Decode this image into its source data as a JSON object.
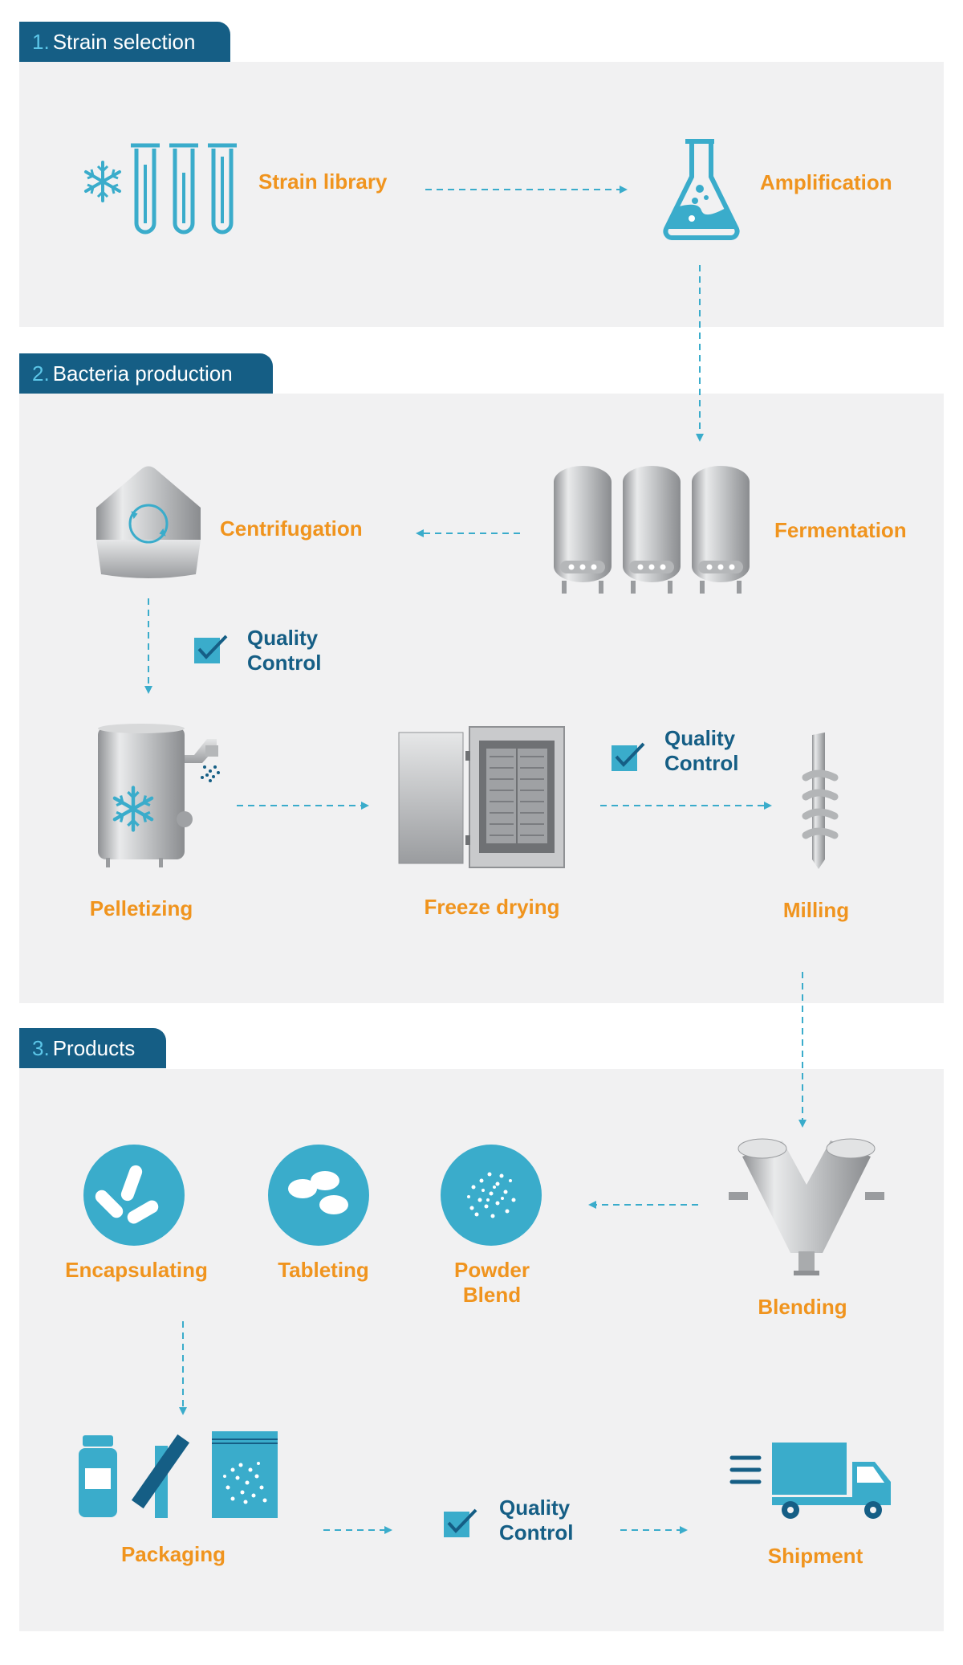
{
  "sections": [
    {
      "number": "1.",
      "title": "Strain selection"
    },
    {
      "number": "2.",
      "title": "Bacteria production"
    },
    {
      "number": "3.",
      "title": "Products"
    }
  ],
  "steps": {
    "strain_library": "Strain library",
    "amplification": "Amplification",
    "fermentation": "Fermentation",
    "centrifugation": "Centrifugation",
    "pelletizing": "Pelletizing",
    "freeze_drying": "Freeze drying",
    "milling": "Milling",
    "blending": "Blending",
    "powder_blend_1": "Powder",
    "powder_blend_2": "Blend",
    "tableting": "Tableting",
    "encapsulating": "Encapsulating",
    "packaging": "Packaging",
    "shipment": "Shipment"
  },
  "quality_control": {
    "line1": "Quality",
    "line2": "Control"
  },
  "colors": {
    "accent_orange": "#f0941e",
    "navy": "#155e85",
    "teal": "#3aaccb",
    "panel": "#f1f1f2"
  }
}
